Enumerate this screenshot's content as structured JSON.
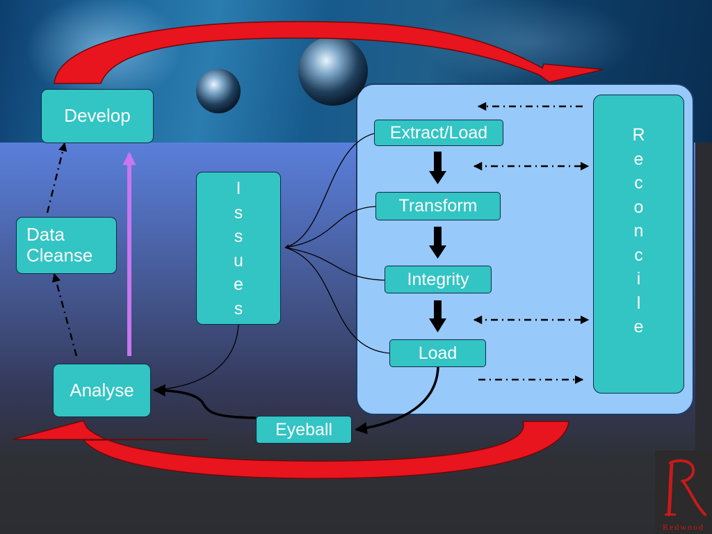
{
  "diagram": {
    "develop": "Develop",
    "data_cleanse": "Data\nCleanse",
    "analyse": "Analyse",
    "issues": "I\ns\ns\nu\ne\ns",
    "extract_load": "Extract/Load",
    "transform": "Transform",
    "integrity": "Integrity",
    "load": "Load",
    "eyeball": "Eyeball",
    "reconcile": "R\ne\nc\no\nn\nc\ni\nl\ne"
  },
  "logo": {
    "text": "Redwood"
  },
  "colors": {
    "box_fill": "#33c4c4",
    "panel_fill": "#98c9fb",
    "cycle_arrow": "#e8141e",
    "develop_arrow": "#c877f0"
  }
}
